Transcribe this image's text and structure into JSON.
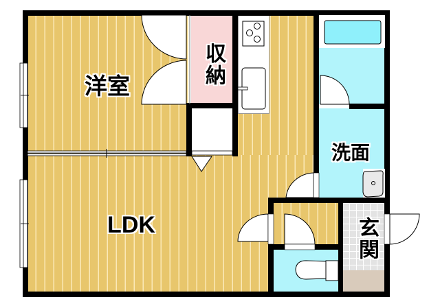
{
  "floorplan": {
    "rooms": [
      {
        "id": "western-room",
        "label": "洋室"
      },
      {
        "id": "storage",
        "label": "収納"
      },
      {
        "id": "ldk",
        "label": "LDK"
      },
      {
        "id": "washroom",
        "label": "洗面"
      },
      {
        "id": "entrance",
        "label": "玄関"
      }
    ],
    "colors": {
      "wall": "#000000",
      "wood_floor": "#e8c66c",
      "wood_stripe": "#fbe9b8",
      "wet_area": "#b2f4fb",
      "storage": "#f9d7d7",
      "entrance_tile": "#e3e3e3",
      "entrance_floor": "#d9cbbb"
    }
  }
}
